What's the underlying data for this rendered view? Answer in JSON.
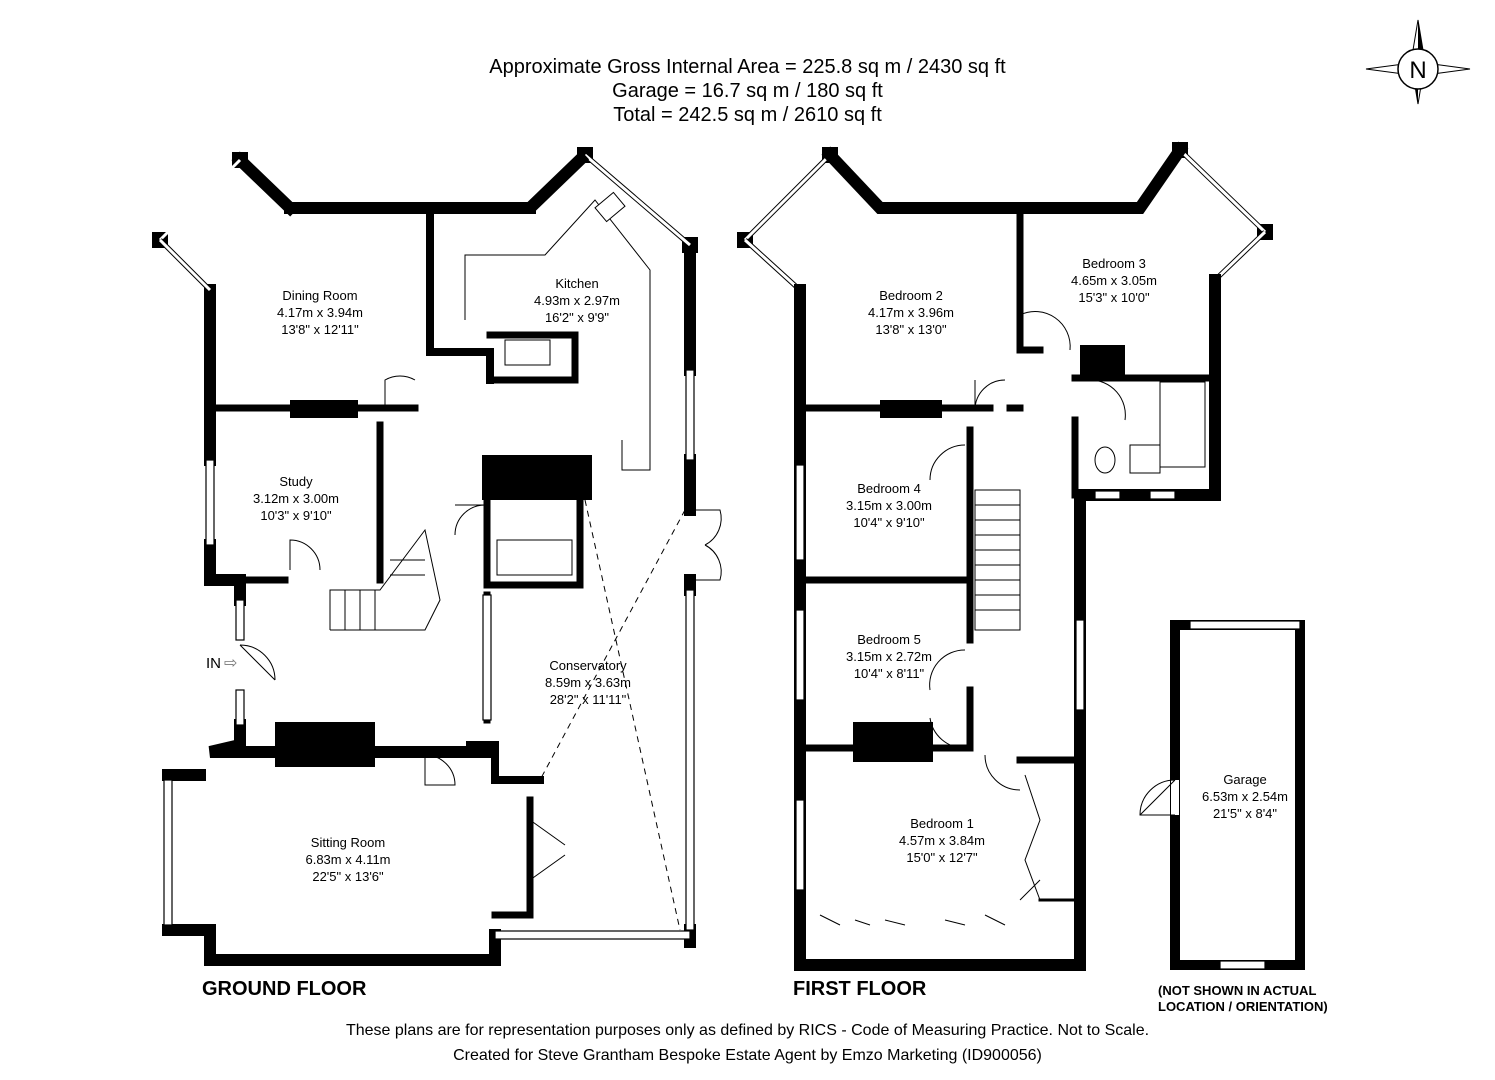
{
  "header": {
    "line1": "Approximate Gross Internal Area = 225.8 sq m / 2430 sq ft",
    "line2": "Garage = 16.7 sq m / 180 sq ft",
    "line3": "Total = 242.5 sq m / 2610 sq ft"
  },
  "compass": {
    "label": "N",
    "icon": "compass-rose-icon"
  },
  "ground_floor": {
    "title": "GROUND FLOOR",
    "entrance": "IN",
    "rooms": [
      {
        "name": "Dining Room",
        "metric": "4.17m x 3.94m",
        "imperial": "13'8\" x 12'11\""
      },
      {
        "name": "Kitchen",
        "metric": "4.93m x 2.97m",
        "imperial": "16'2\" x 9'9\""
      },
      {
        "name": "Study",
        "metric": "3.12m x 3.00m",
        "imperial": "10'3\" x 9'10\""
      },
      {
        "name": "Conservatory",
        "metric": "8.59m x 3.63m",
        "imperial": "28'2\" x 11'11\""
      },
      {
        "name": "Sitting Room",
        "metric": "6.83m x 4.11m",
        "imperial": "22'5\" x 13'6\""
      }
    ]
  },
  "first_floor": {
    "title": "FIRST FLOOR",
    "rooms": [
      {
        "name": "Bedroom 2",
        "metric": "4.17m x 3.96m",
        "imperial": "13'8\" x 13'0\""
      },
      {
        "name": "Bedroom 3",
        "metric": "4.65m x 3.05m",
        "imperial": "15'3\" x 10'0\""
      },
      {
        "name": "Bedroom 4",
        "metric": "3.15m x 3.00m",
        "imperial": "10'4\" x 9'10\""
      },
      {
        "name": "Bedroom 5",
        "metric": "3.15m x 2.72m",
        "imperial": "10'4\" x 8'11\""
      },
      {
        "name": "Bedroom 1",
        "metric": "4.57m x 3.84m",
        "imperial": "15'0\" x 12'7\""
      }
    ]
  },
  "garage": {
    "room": {
      "name": "Garage",
      "metric": "6.53m x 2.54m",
      "imperial": "21'5\" x 8'4\""
    },
    "note_line1": "(NOT SHOWN IN ACTUAL",
    "note_line2": "LOCATION / ORIENTATION)"
  },
  "footer": {
    "line1": "These plans are for representation purposes only as defined by RICS - Code of Measuring Practice. Not to Scale.",
    "line2": "Created for Steve Grantham Bespoke Estate Agent by Emzo Marketing (ID900056)"
  }
}
